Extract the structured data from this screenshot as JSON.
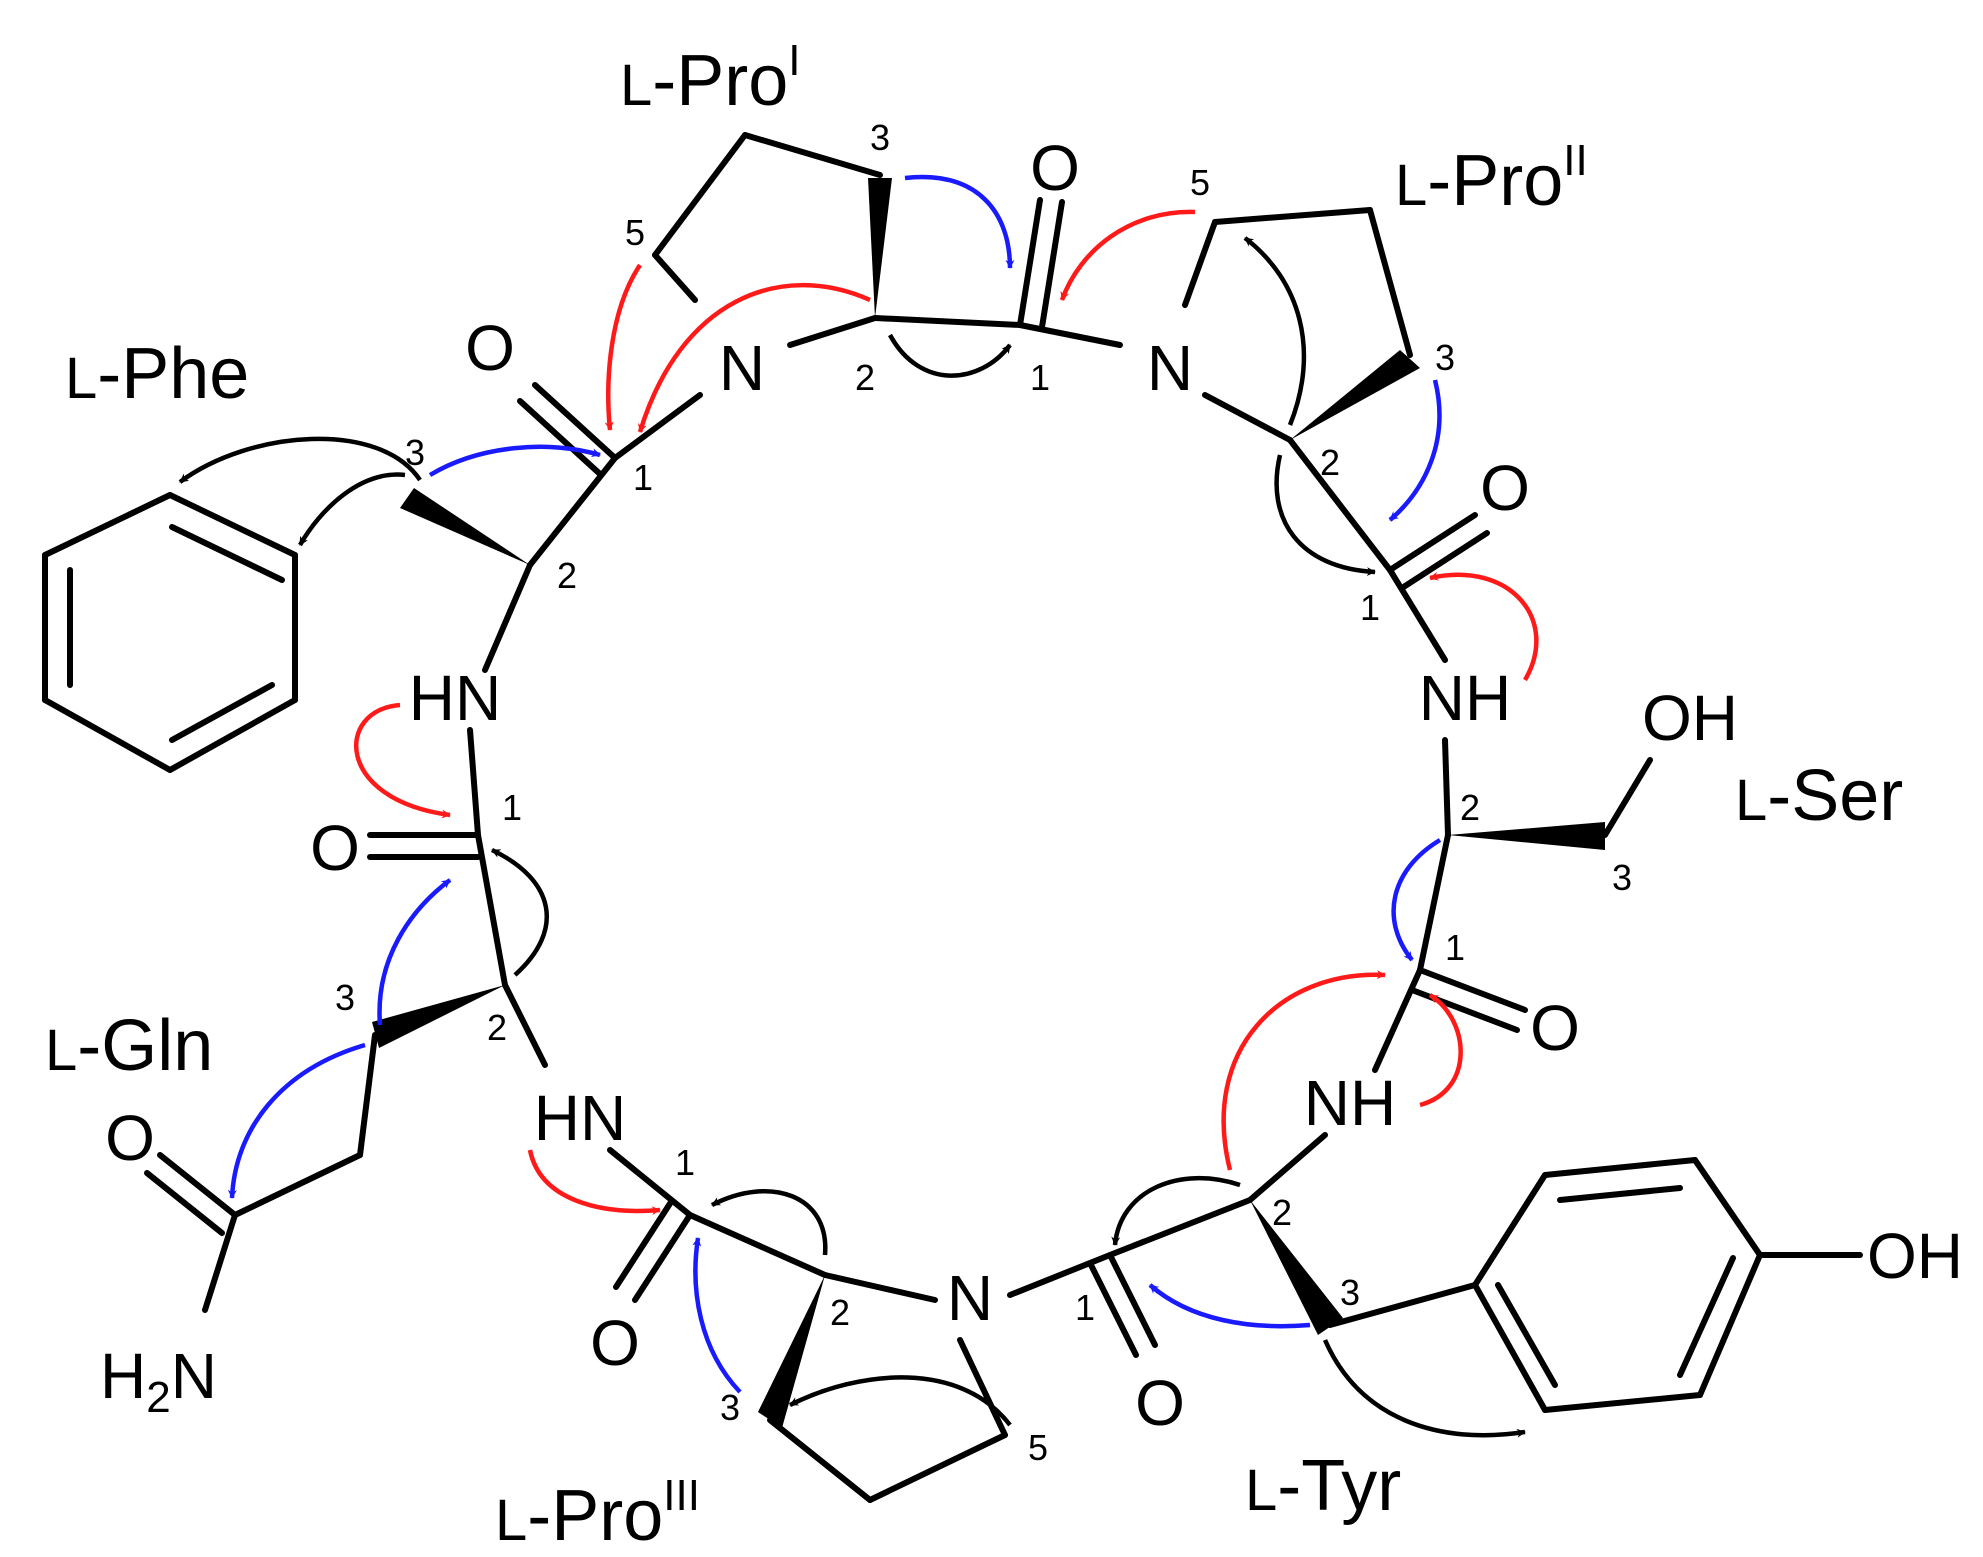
{
  "atoms": {
    "O_pro1": "O",
    "N_pro1": "N",
    "O_pro1c": "O",
    "N_pro2": "N",
    "O_pro2c": "O",
    "NH_ser": "NH",
    "OH_ser": "OH",
    "O_ser": "O",
    "NH_tyr": "NH",
    "OH_tyr": "OH",
    "O_tyr": "O",
    "N_pro3": "N",
    "O_pro3": "O",
    "HN_pro3": "HN",
    "O_gln_main": "O",
    "O_gln_side": "O",
    "H2N_h": "H",
    "H2N_sub": "2",
    "H2N_n": "N",
    "HN_phe": "HN"
  },
  "positions": {
    "pro1_c3": "3",
    "pro1_c5": "5",
    "pro1_c2": "2",
    "pro1_c1": "1",
    "pro2_c5": "5",
    "pro2_c3": "3",
    "pro2_c2": "2",
    "pro2_c1": "1",
    "ser_c2": "2",
    "ser_c3": "3",
    "ser_c1": "1",
    "tyr_c2": "2",
    "tyr_c3": "3",
    "tyr_c1": "1",
    "pro3_c2": "2",
    "pro3_c3": "3",
    "pro3_c5": "5",
    "pro3_c1": "1",
    "gln_c1": "1",
    "gln_c2": "2",
    "gln_c3": "3",
    "phe_c3": "3",
    "phe_c1": "1",
    "phe_c2": "2"
  },
  "residues": {
    "pro1": {
      "prefix": "L",
      "name": "-Pro",
      "sup": "I"
    },
    "pro2": {
      "prefix": "L",
      "name": "-Pro",
      "sup": "II"
    },
    "phe": {
      "prefix": "L",
      "name": "-Phe",
      "sup": ""
    },
    "ser": {
      "prefix": "L",
      "name": "-Ser",
      "sup": ""
    },
    "gln": {
      "prefix": "L",
      "name": "-Gln",
      "sup": ""
    },
    "tyr": {
      "prefix": "L",
      "name": "-Tyr",
      "sup": ""
    },
    "pro3": {
      "prefix": "L",
      "name": "-Pro",
      "sup": "III"
    }
  },
  "colors": {
    "bond": "#000000",
    "blue_arrow": "#1a1aff",
    "red_arrow": "#ff1a1a",
    "black_arrow": "#000000"
  }
}
